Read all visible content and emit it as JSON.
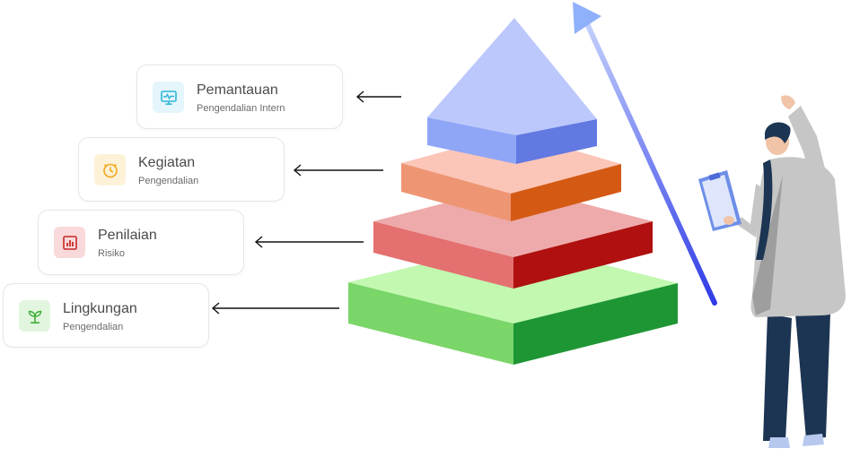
{
  "cards": [
    {
      "title": "Pemantauan",
      "subtitle": "Pengendalian Intern",
      "icon": "monitor-icon",
      "accent": "#2fb6d8",
      "tint": "#e4f6fb"
    },
    {
      "title": "Kegiatan",
      "subtitle": "Pengendalian",
      "icon": "clock-icon",
      "accent": "#f0a91a",
      "tint": "#fdf1d8"
    },
    {
      "title": "Penilaian",
      "subtitle": "Risiko",
      "icon": "bar-chart-icon",
      "accent": "#c62828",
      "tint": "#f9d9d9"
    },
    {
      "title": "Lingkungan",
      "subtitle": "Pengendalian",
      "icon": "sprout-icon",
      "accent": "#3fae3a",
      "tint": "#e2f6df"
    }
  ],
  "pyramid_colors": {
    "top": {
      "light": "#bcc8fb",
      "left": "#8fa6f6",
      "right": "#6279e2"
    },
    "second": {
      "top": "#fbc6b8",
      "left": "#ee9674",
      "right": "#d45a14"
    },
    "third": {
      "top": "#eeaaaa",
      "left": "#e47070",
      "right": "#b01010"
    },
    "base": {
      "top": "#c2f8b0",
      "left": "#7bd66a",
      "right": "#1e9634"
    }
  },
  "arrow_color": "#2f3be6"
}
